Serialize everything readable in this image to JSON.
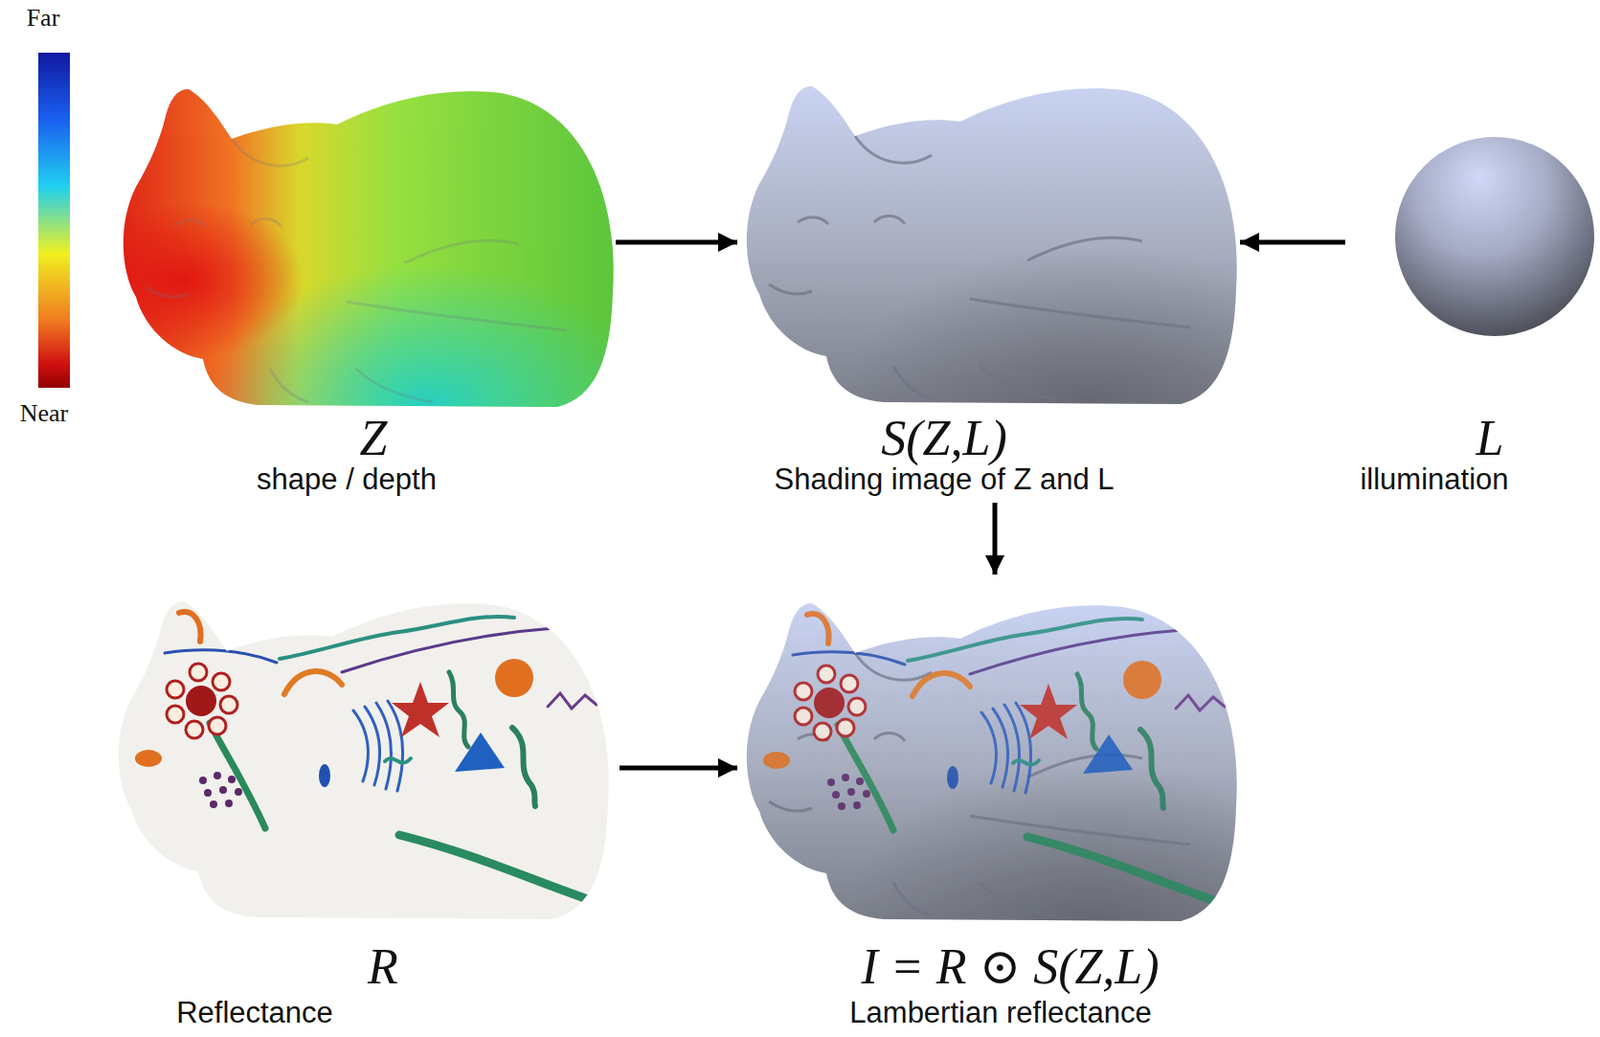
{
  "diagram": {
    "nodes": [
      {
        "text": [
          "Z",
          "shape / depth"
        ]
      },
      {
        "text": [
          "S(Z,L)",
          "Shading image of Z and L"
        ]
      },
      {
        "text": [
          "L",
          "illumination"
        ]
      },
      {
        "text": [
          "R",
          "Reflectance"
        ]
      },
      {
        "text": [
          "I = R ⊙ S(Z,L)",
          "Lambertian reflectance"
        ]
      }
    ],
    "edges": [
      {
        "from": 0,
        "to": 1,
        "arrow": "to"
      },
      {
        "from": 2,
        "to": 1,
        "arrow": "to"
      },
      {
        "from": 1,
        "to": 4,
        "arrow": "to"
      },
      {
        "from": 3,
        "to": 4,
        "arrow": "to"
      }
    ],
    "labels": [
      "Far",
      "Near"
    ]
  }
}
